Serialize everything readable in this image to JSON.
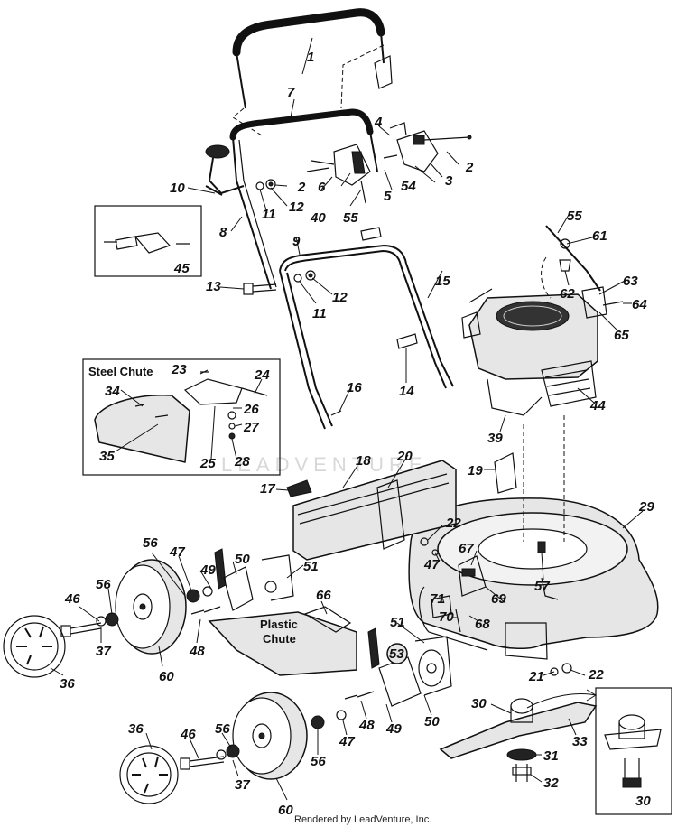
{
  "diagram": {
    "boxes": {
      "steel_chute": "Steel Chute",
      "plastic_chute_line1": "Plastic",
      "plastic_chute_line2": "Chute"
    },
    "watermark": "LEADVENTURE",
    "footer": "Rendered by LeadVenture, Inc.",
    "callouts": [
      "1",
      "7",
      "4",
      "2",
      "3",
      "54",
      "5",
      "55",
      "40",
      "6",
      "2",
      "12",
      "11",
      "10",
      "8",
      "45",
      "9",
      "13",
      "11",
      "12",
      "15",
      "16",
      "14",
      "23",
      "24",
      "34",
      "26",
      "27",
      "35",
      "25",
      "28",
      "55",
      "61",
      "63",
      "64",
      "62",
      "65",
      "44",
      "39",
      "19",
      "18",
      "20",
      "17",
      "29",
      "22",
      "56",
      "47",
      "49",
      "50",
      "51",
      "46",
      "56",
      "37",
      "36",
      "60",
      "48",
      "67",
      "57",
      "47",
      "71",
      "70",
      "69",
      "68",
      "66",
      "51",
      "53",
      "21",
      "22",
      "30",
      "33",
      "31",
      "32",
      "36",
      "46",
      "56",
      "37",
      "60",
      "56",
      "47",
      "48",
      "49",
      "50",
      "30"
    ]
  }
}
